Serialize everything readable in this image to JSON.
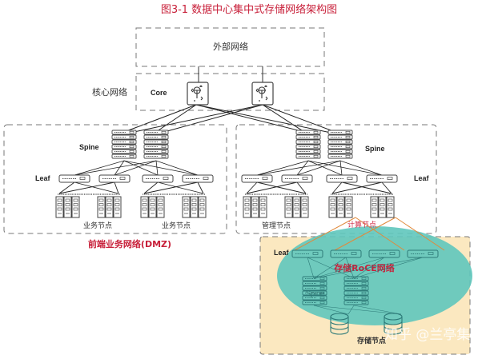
{
  "title": "图3-1  数据中心集中式存储网络架构图",
  "external_network": {
    "label": "外部网络"
  },
  "core_network": {
    "label": "核心网络",
    "tier_label": "Core",
    "switch_count": 2
  },
  "frontend_zone": {
    "label": "前端业务网络(DMZ)",
    "spine_label": "Spine",
    "leaf_label": "Leaf",
    "node_groups": [
      {
        "label": "业务节点"
      },
      {
        "label": "业务节点"
      }
    ]
  },
  "mgmt_zone": {
    "spine_label": "Spine",
    "leaf_label": "Leaf",
    "node_groups": [
      {
        "label": "管理节点"
      },
      {
        "label": "计算节点"
      }
    ]
  },
  "storage_zone": {
    "label": "存储RoCE网络",
    "leaf_label": "Leaf",
    "spine_label": "Spine",
    "node_label": "存储节点",
    "leaf_count": 4,
    "spine_count": 2,
    "storage_count": 2
  },
  "watermark": "知乎 @兰亭集序",
  "colors": {
    "title_red": "#c8203a",
    "storage_bg": "#fbe8c0",
    "storage_ellipse": "#5fc7bd",
    "storage_line": "#2d7a78",
    "compute_link": "#e08a3c"
  }
}
